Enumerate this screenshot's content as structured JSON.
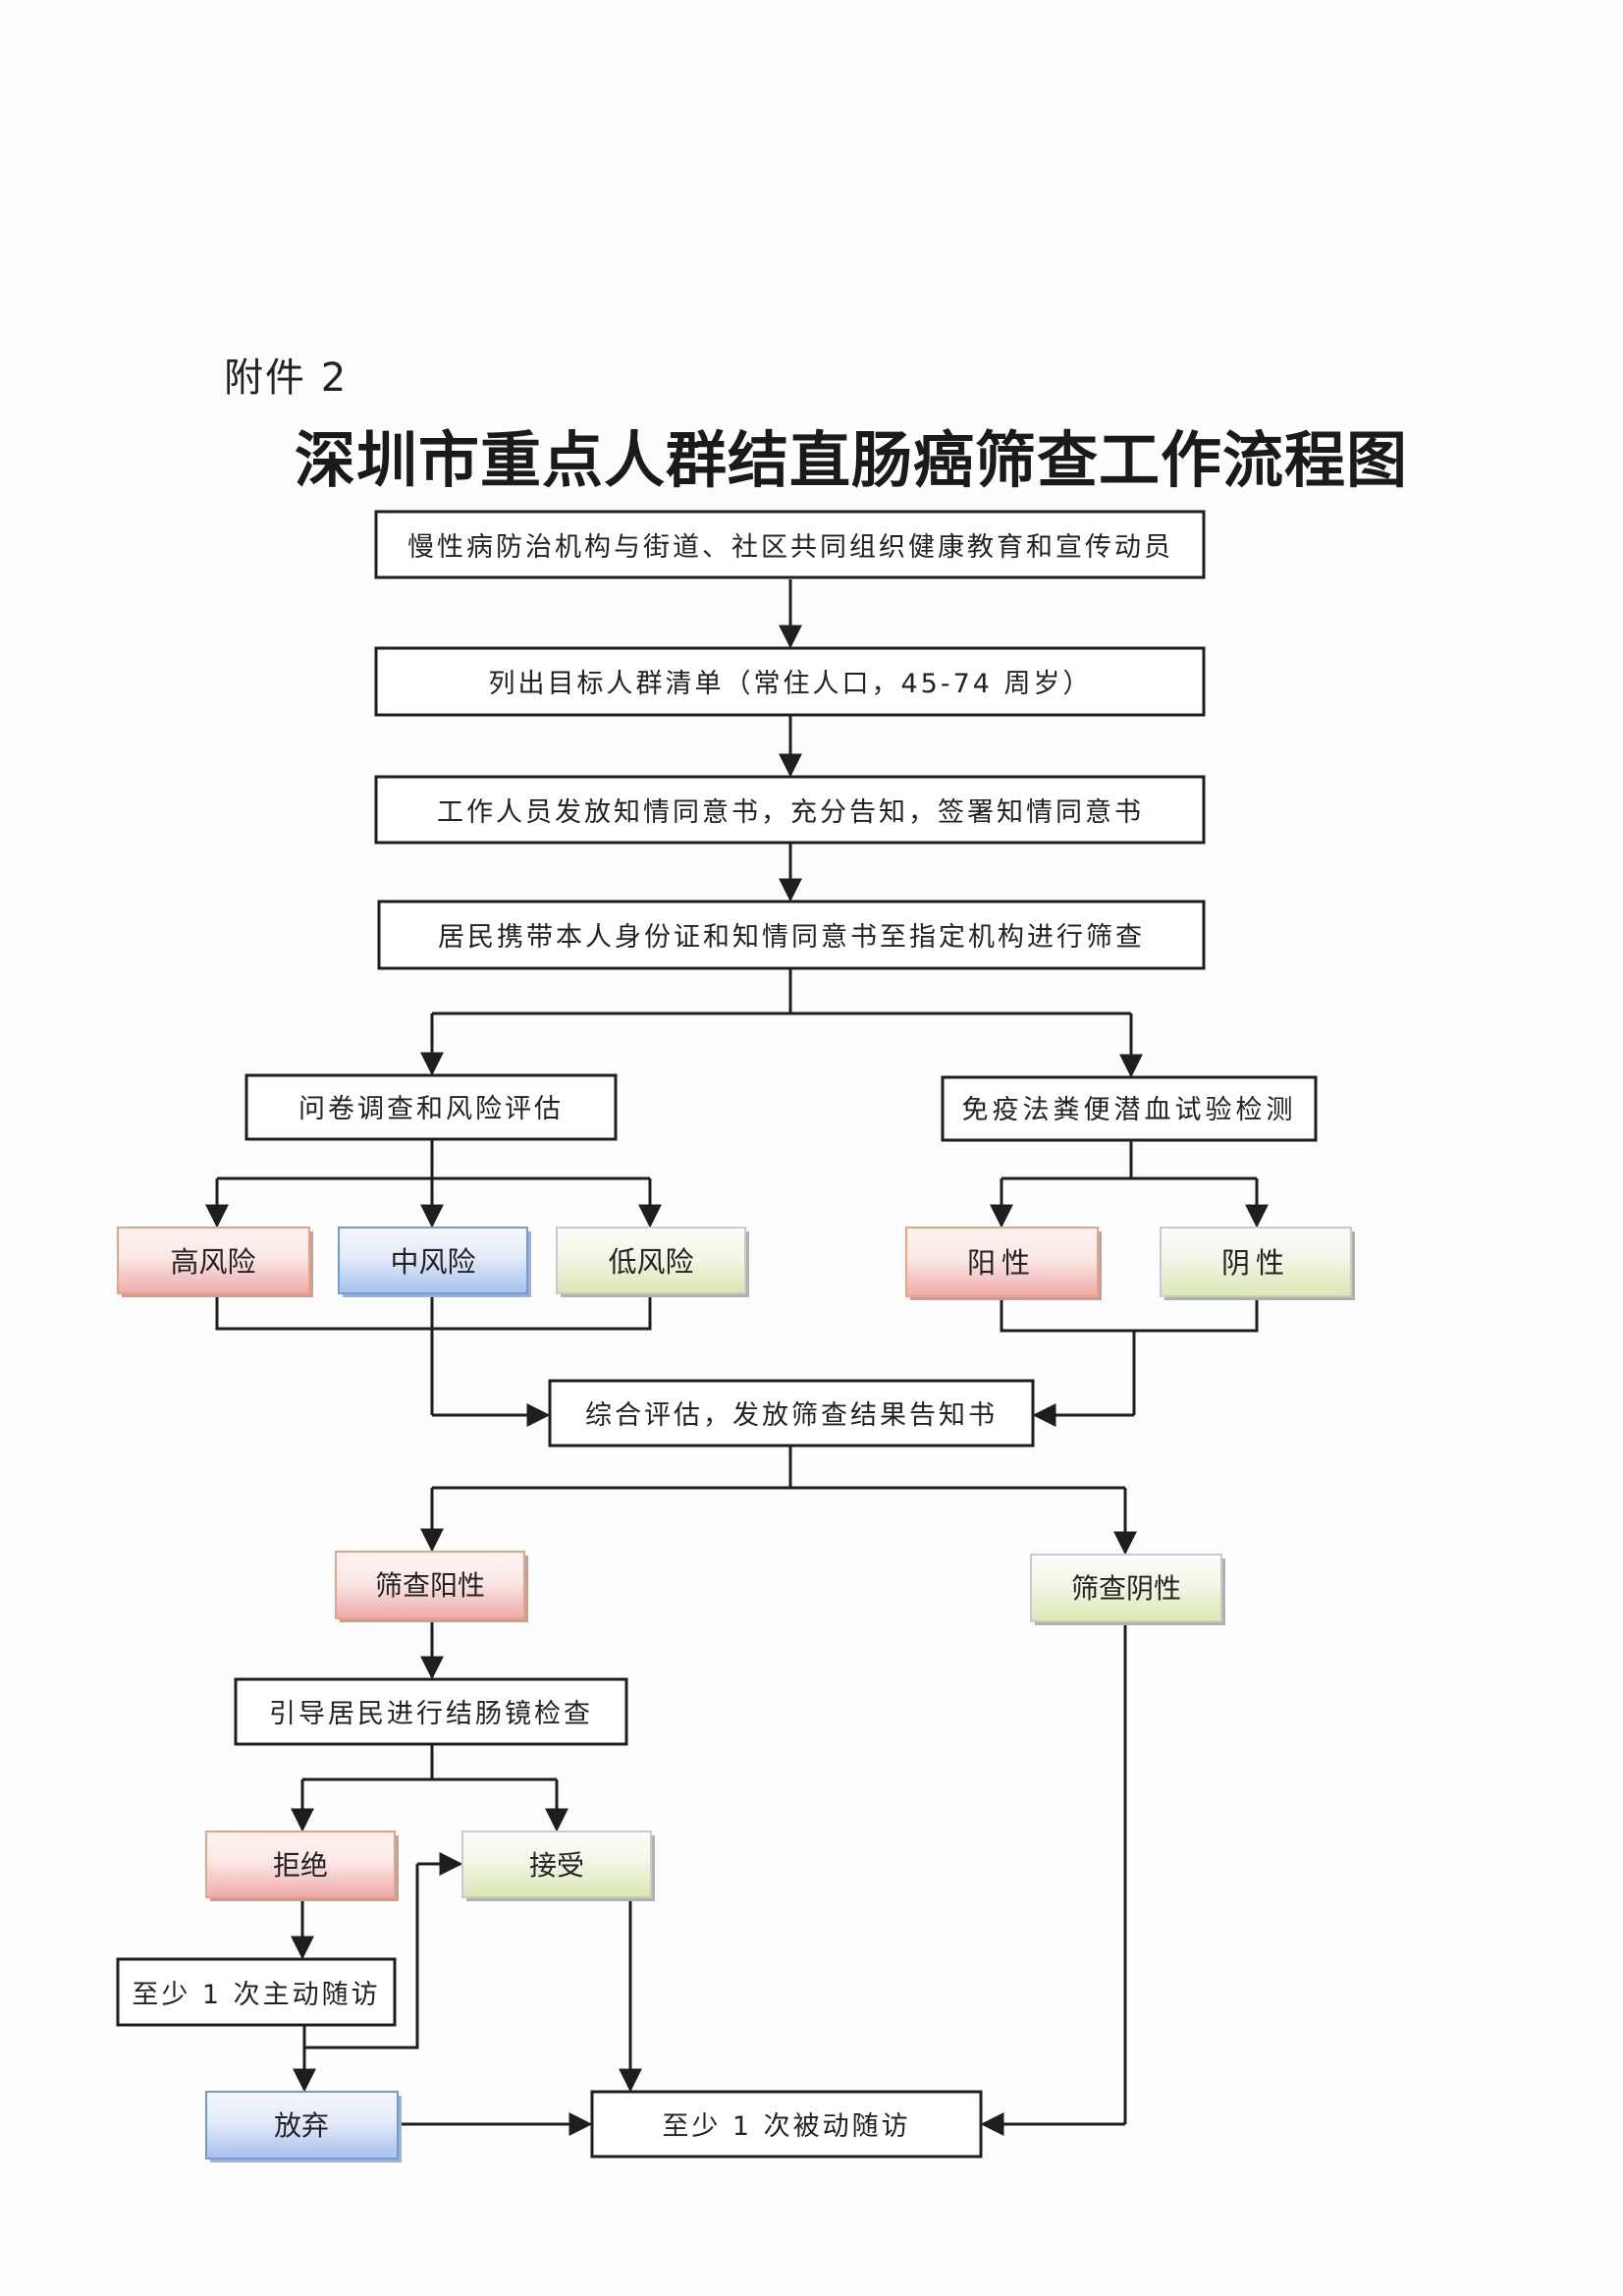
{
  "header": {
    "attachment_label": "附件 2",
    "title": "深圳市重点人群结直肠癌筛查工作流程图"
  },
  "colors": {
    "line": "#1e1e1e",
    "box_border": "#1e1e1e",
    "red_top": "#fdf4f2",
    "red_bottom": "#f0b2ae",
    "red_border": "#f0a27e",
    "blue_top": "#f4f7fd",
    "blue_bottom": "#a9c3ef",
    "blue_border": "#6e9be0",
    "green_top": "#fbfcf7",
    "green_bottom": "#dde9b8",
    "green_border": "#c9c9c9",
    "shadow": "#a9a9a9"
  },
  "nodes": {
    "mobilize": "慢性病防治机构与街道、社区共同组织健康教育和宣传动员",
    "target_list": "列出目标人群清单（常住人口，45-74 周岁）",
    "consent": "工作人员发放知情同意书，充分告知，签署知情同意书",
    "attend": "居民携带本人身份证和知情同意书至指定机构进行筛查",
    "questionnaire": "问卷调查和风险评估",
    "fit_test": "免疫法粪便潜血试验检测",
    "high_risk": "高风险",
    "medium_risk": "中风险",
    "low_risk": "低风险",
    "fit_positive": "阳性",
    "fit_negative": "阴性",
    "evaluation": "综合评估，发放筛查结果告知书",
    "screen_positive": "筛查阳性",
    "screen_negative": "筛查阴性",
    "colonoscopy": "引导居民进行结肠镜检查",
    "refuse": "拒绝",
    "accept": "接受",
    "active_followup": "至少 1 次主动随访",
    "give_up": "放弃",
    "passive_followup": "至少 1 次被动随访"
  }
}
